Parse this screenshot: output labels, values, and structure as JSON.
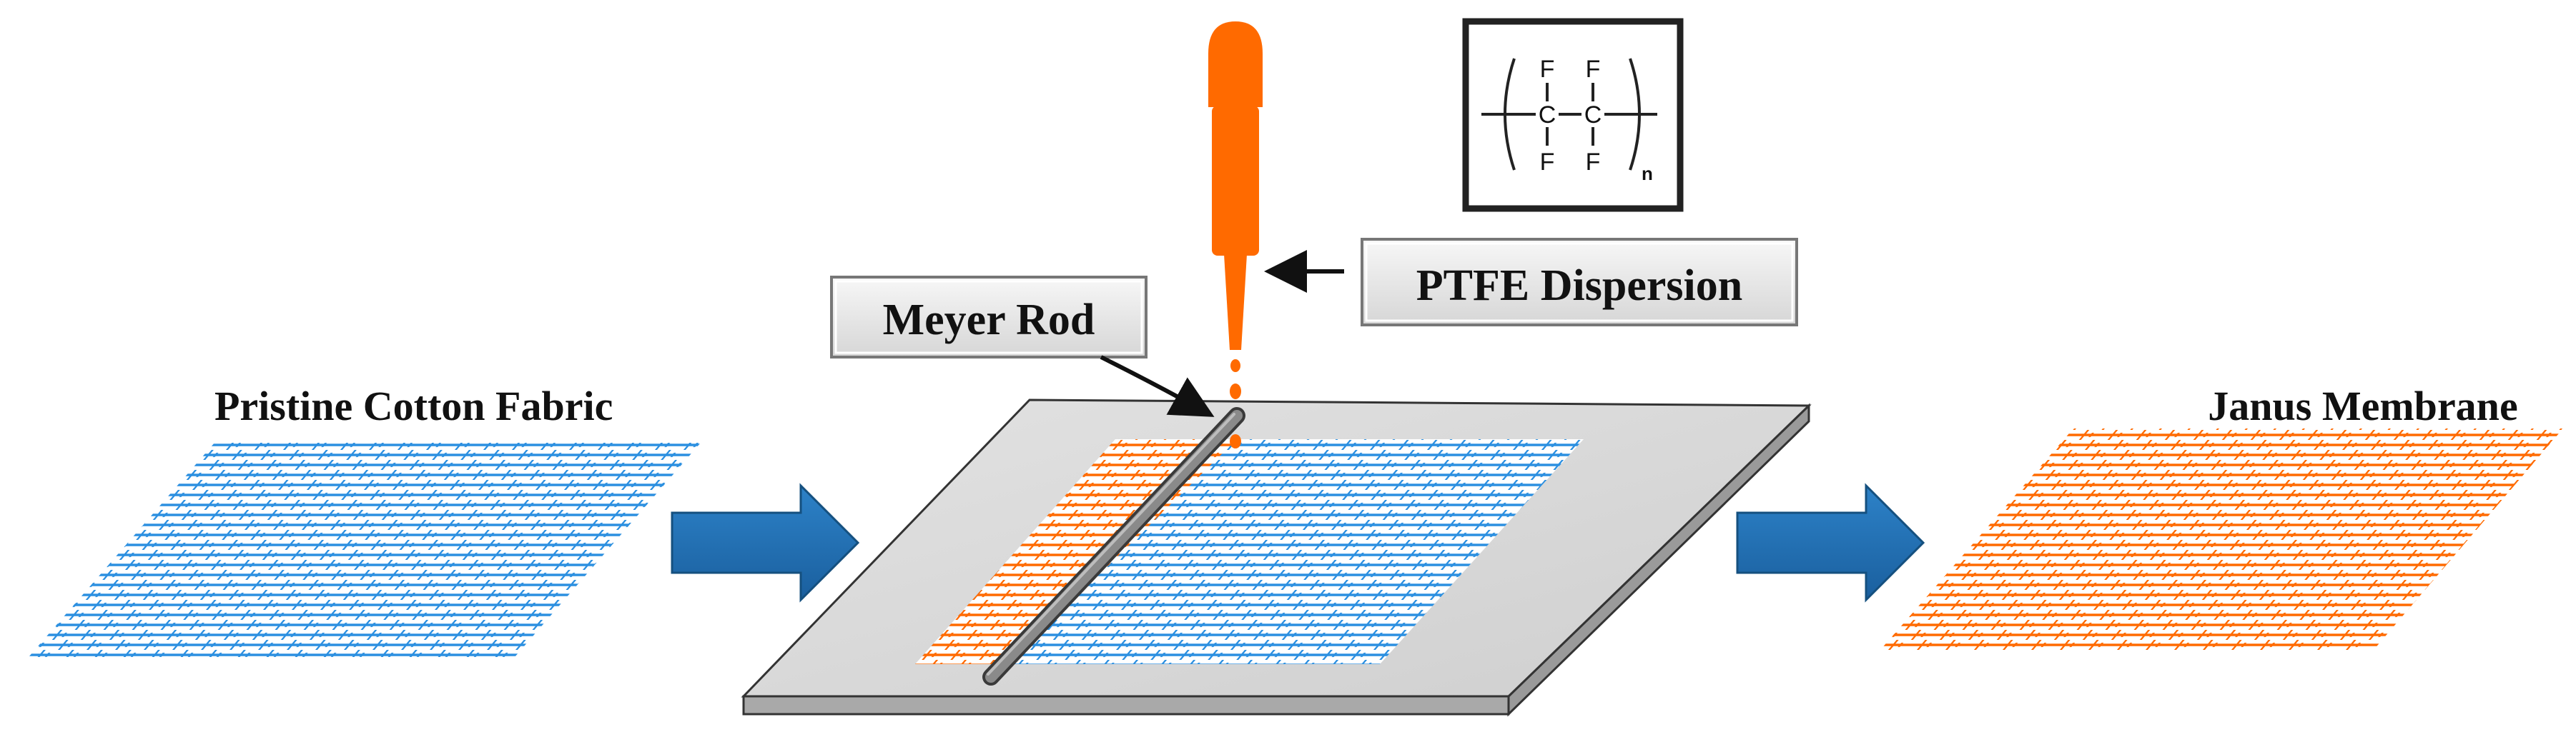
{
  "labels": {
    "pristine": "Pristine Cotton Fabric",
    "janus": "Janus Membrane",
    "meyer_rod": "Meyer Rod",
    "ptfe": "PTFE Dispersion"
  },
  "chem": {
    "f": "F",
    "c": "C",
    "n": "n"
  },
  "colors": {
    "fabric_blue": "#2b8fe0",
    "fabric_orange": "#ff6a00",
    "arrow_blue": "#2070b4",
    "plate": "#d4d4d4",
    "rod": "#6e6e6e",
    "label_bg": "#e6e6e6",
    "dropper": "#ff6a00"
  },
  "icons": [
    "dropper-icon",
    "meyer-rod-icon",
    "ptfe-structure-icon",
    "process-arrow-icon",
    "pointer-arrow-icon"
  ]
}
